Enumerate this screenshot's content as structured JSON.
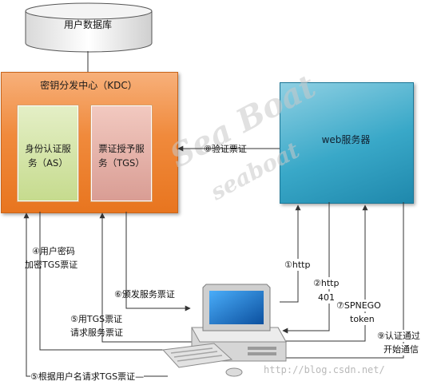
{
  "database": {
    "label": "用户数据库"
  },
  "kdc": {
    "title": "密钥分发中心（KDC）",
    "as_line1": "身份认证服",
    "as_line2": "务（AS）",
    "tgs_line1": "票证授予服",
    "tgs_line2": "务（TGS）"
  },
  "web_server": {
    "label": "web服务器"
  },
  "steps": {
    "s1": "①http",
    "s2a": "②http",
    "s2b": "401",
    "s4a": "④用户密码",
    "s4b": "加密TGS票证",
    "s5a": "⑤用TGS票证",
    "s5b": "请求服务票证",
    "s5c": "⑤根据用户名请求TGS票证—",
    "s6": "⑥颁发服务票证",
    "s7a": "⑦SPNEGO",
    "s7b": "token",
    "s8": "⑧验证票证",
    "s9a": "⑨认证通过",
    "s9b": "开始通信"
  },
  "watermark": {
    "large": "Sea Boat",
    "small": "seaboat",
    "url": "http://blog.csdn.net/"
  },
  "colors": {
    "kdc": "#f08a3c",
    "as": "#c6db8e",
    "tgs": "#d99d94",
    "web": "#39a8c8",
    "line": "#333333"
  }
}
